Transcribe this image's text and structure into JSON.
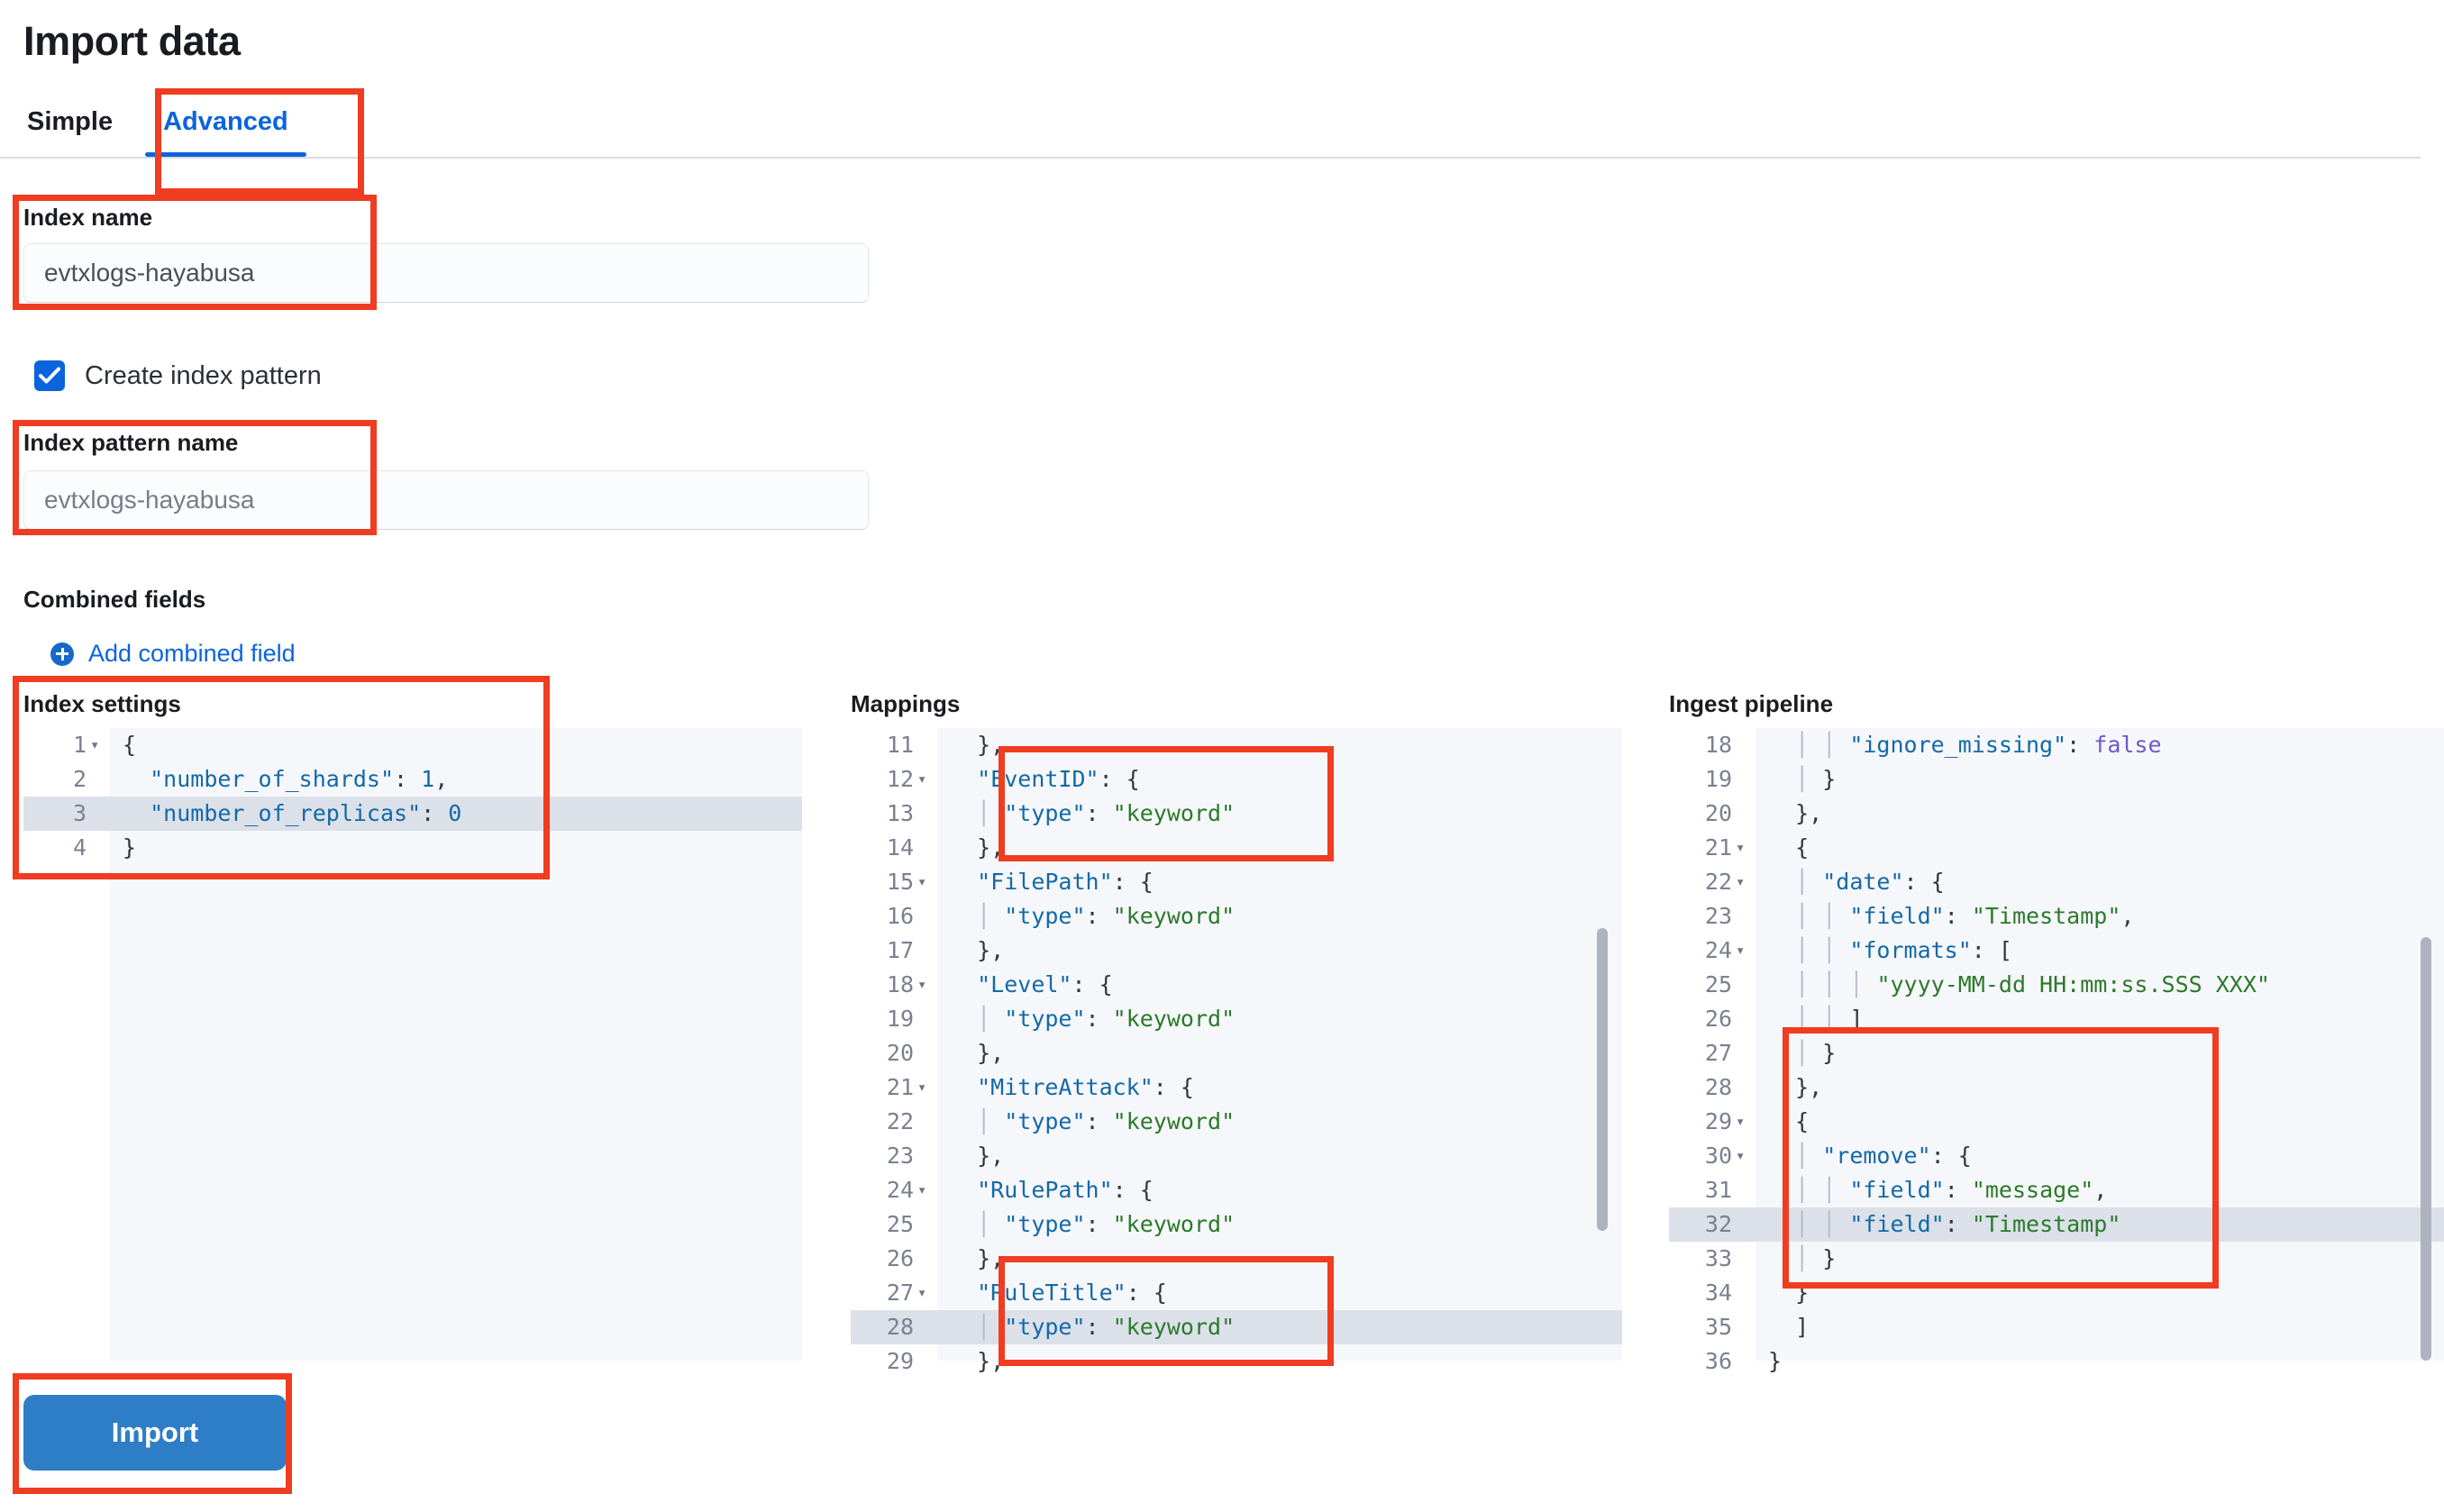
{
  "page": {
    "title": "Import data"
  },
  "tabs": [
    {
      "label": "Simple",
      "active": false
    },
    {
      "label": "Advanced",
      "active": true
    }
  ],
  "form": {
    "index_name_label": "Index name",
    "index_name_value": "evtxlogs-hayabusa",
    "create_index_pattern_label": "Create index pattern",
    "create_index_pattern_checked": true,
    "index_pattern_name_label": "Index pattern name",
    "index_pattern_name_value": "evtxlogs-hayabusa",
    "combined_fields_label": "Combined fields",
    "add_combined_field_label": "Add combined field",
    "import_button_label": "Import"
  },
  "editors": {
    "index_settings": {
      "title": "Index settings",
      "highlighted_line": 3,
      "lines": [
        {
          "n": "1",
          "fold": "▾",
          "text": "{"
        },
        {
          "n": "2",
          "fold": "",
          "text": "  \"number_of_shards\": 1,"
        },
        {
          "n": "3",
          "fold": "",
          "text": "  \"number_of_replicas\": 0"
        },
        {
          "n": "4",
          "fold": "",
          "text": "}"
        }
      ]
    },
    "mappings": {
      "title": "Mappings",
      "highlighted_line": 28,
      "lines": [
        {
          "n": "11",
          "fold": "",
          "text": "  },"
        },
        {
          "n": "12",
          "fold": "▾",
          "text": "  \"EventID\": {"
        },
        {
          "n": "13",
          "fold": "",
          "text": "    \"type\": \"keyword\""
        },
        {
          "n": "14",
          "fold": "",
          "text": "  },"
        },
        {
          "n": "15",
          "fold": "▾",
          "text": "  \"FilePath\": {"
        },
        {
          "n": "16",
          "fold": "",
          "text": "    \"type\": \"keyword\""
        },
        {
          "n": "17",
          "fold": "",
          "text": "  },"
        },
        {
          "n": "18",
          "fold": "▾",
          "text": "  \"Level\": {"
        },
        {
          "n": "19",
          "fold": "",
          "text": "    \"type\": \"keyword\""
        },
        {
          "n": "20",
          "fold": "",
          "text": "  },"
        },
        {
          "n": "21",
          "fold": "▾",
          "text": "  \"MitreAttack\": {"
        },
        {
          "n": "22",
          "fold": "",
          "text": "    \"type\": \"keyword\""
        },
        {
          "n": "23",
          "fold": "",
          "text": "  },"
        },
        {
          "n": "24",
          "fold": "▾",
          "text": "  \"RulePath\": {"
        },
        {
          "n": "25",
          "fold": "",
          "text": "    \"type\": \"keyword\""
        },
        {
          "n": "26",
          "fold": "",
          "text": "  },"
        },
        {
          "n": "27",
          "fold": "▾",
          "text": "  \"RuleTitle\": {"
        },
        {
          "n": "28",
          "fold": "",
          "text": "    \"type\": \"keyword\""
        },
        {
          "n": "29",
          "fold": "",
          "text": "  },"
        }
      ]
    },
    "ingest_pipeline": {
      "title": "Ingest pipeline",
      "highlighted_line": 32,
      "lines": [
        {
          "n": "18",
          "fold": "",
          "text": "      \"ignore_missing\": false"
        },
        {
          "n": "19",
          "fold": "",
          "text": "    }"
        },
        {
          "n": "20",
          "fold": "",
          "text": "  },"
        },
        {
          "n": "21",
          "fold": "▾",
          "text": "  {"
        },
        {
          "n": "22",
          "fold": "▾",
          "text": "    \"date\": {"
        },
        {
          "n": "23",
          "fold": "",
          "text": "      \"field\": \"Timestamp\","
        },
        {
          "n": "24",
          "fold": "▾",
          "text": "      \"formats\": ["
        },
        {
          "n": "25",
          "fold": "",
          "text": "        \"yyyy-MM-dd HH:mm:ss.SSS XXX\""
        },
        {
          "n": "26",
          "fold": "",
          "text": "      ]"
        },
        {
          "n": "27",
          "fold": "",
          "text": "    }"
        },
        {
          "n": "28",
          "fold": "",
          "text": "  },"
        },
        {
          "n": "29",
          "fold": "▾",
          "text": "  {"
        },
        {
          "n": "30",
          "fold": "▾",
          "text": "    \"remove\": {"
        },
        {
          "n": "31",
          "fold": "",
          "text": "      \"field\": \"message\","
        },
        {
          "n": "32",
          "fold": "",
          "text": "      \"field\": \"Timestamp\""
        },
        {
          "n": "33",
          "fold": "",
          "text": "    }"
        },
        {
          "n": "34",
          "fold": "",
          "text": "  }"
        },
        {
          "n": "35",
          "fold": "",
          "text": "  ]"
        },
        {
          "n": "36",
          "fold": "",
          "text": "}"
        }
      ]
    }
  },
  "colors": {
    "accent_blue": "#0b64dd",
    "button_blue": "#2e7ec7",
    "annotation_red": "#f03c20",
    "code_key_blue": "#1369a8",
    "code_string_green": "#2b7a2b",
    "code_boolean_purple": "#6a5acd",
    "highlight_row": "#dbe0e9"
  },
  "annotations": [
    {
      "name": "advanced-tab-highlight"
    },
    {
      "name": "index-name-highlight"
    },
    {
      "name": "index-pattern-name-highlight"
    },
    {
      "name": "index-settings-highlight"
    },
    {
      "name": "mappings-eventid-highlight"
    },
    {
      "name": "mappings-ruletitle-highlight"
    },
    {
      "name": "ingest-remove-highlight"
    },
    {
      "name": "import-button-highlight"
    }
  ]
}
